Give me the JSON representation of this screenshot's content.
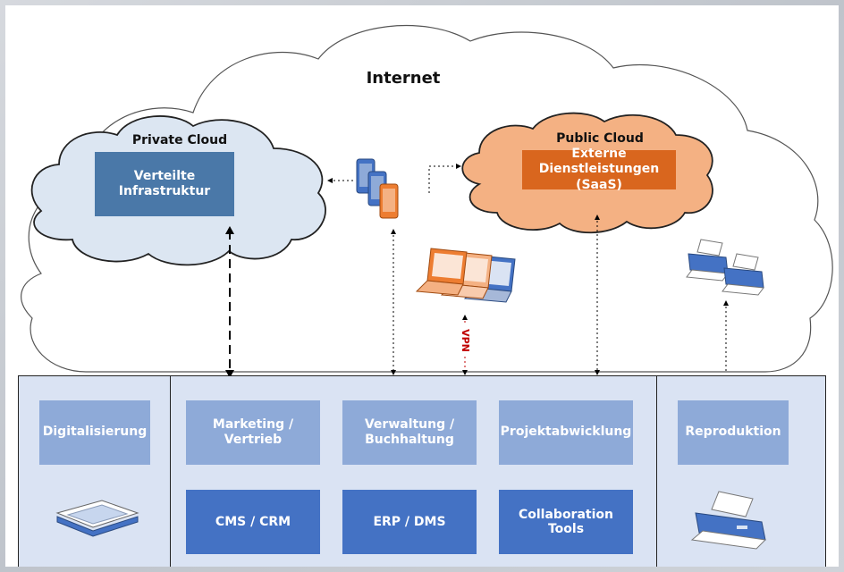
{
  "internet_label": "Internet",
  "private_cloud": {
    "title": "Private Cloud",
    "box": "Verteilte\nInfrastruktur"
  },
  "public_cloud": {
    "title": "Public Cloud",
    "box": "Externe\nDienstleistungen (SaaS)"
  },
  "vpn_label": "VPN",
  "left_panel": {
    "title": "Digitalisierung"
  },
  "middle_panel": {
    "top_row": [
      "Marketing / Vertrieb",
      "Verwaltung / Buchhaltung",
      "Projektabwicklung"
    ],
    "bottom_row": [
      "CMS / CRM",
      "ERP / DMS",
      "Collaboration Tools"
    ]
  },
  "right_panel": {
    "title": "Reproduktion"
  },
  "colors": {
    "light_box": "#8eaad8",
    "dark_box": "#4472c4",
    "private_box": "#4a78a8",
    "public_box": "#d9661e",
    "public_cloud_fill": "#f4b183",
    "private_cloud_fill": "#dce6f2",
    "panel_fill": "#dae3f3",
    "vpn_text": "#c00000"
  },
  "icons": [
    "smartphones-icon",
    "laptops-icon",
    "printers-icon",
    "scanner-icon",
    "printer-icon"
  ]
}
